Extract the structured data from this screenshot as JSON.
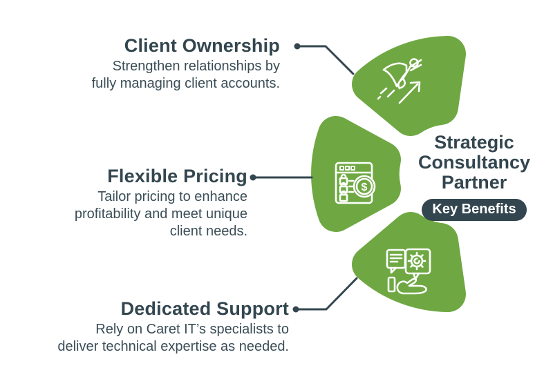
{
  "colors": {
    "green": "#6fa843",
    "dark": "#33464f",
    "white": "#ffffff"
  },
  "center": {
    "title_lines": [
      "Strategic",
      "Consultancy",
      "Partner"
    ],
    "badge": "Key Benefits"
  },
  "benefits": [
    {
      "title": "Client Ownership",
      "description_lines": [
        "Strengthen relationships by",
        "fully managing client accounts."
      ],
      "icon": "superhero-growth-icon"
    },
    {
      "title": "Flexible Pricing",
      "description_lines": [
        "Tailor pricing to enhance",
        "profitability and meet unique",
        "client needs."
      ],
      "icon": "pricing-invoice-icon"
    },
    {
      "title": "Dedicated Support",
      "description_lines": [
        "Rely on Caret IT’s specialists to",
        "deliver technical expertise as needed."
      ],
      "icon": "support-chat-gear-icon"
    }
  ],
  "icon_glyphs": {
    "dollar": "$"
  }
}
